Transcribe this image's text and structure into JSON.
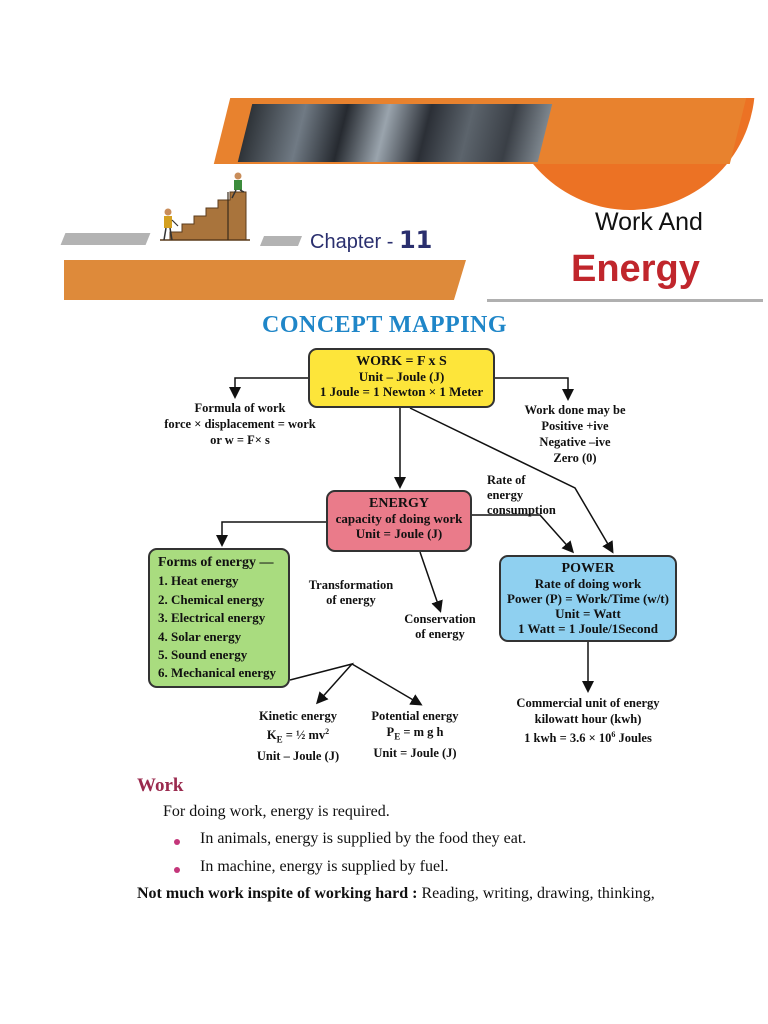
{
  "header": {
    "chapter_label": "Chapter - ",
    "chapter_number": "11",
    "title_line1": "Work And",
    "title_line2": "Energy"
  },
  "concept_map": {
    "heading": "CONCEPT MAPPING",
    "work_box": {
      "title": "WORK = F x S",
      "line2": "Unit – Joule (J)",
      "line3": "1 Joule = 1 Newton × 1 Meter"
    },
    "formula_note": {
      "line1": "Formula of work",
      "line2": "force × displacement = work",
      "line3": "or w = F× s"
    },
    "work_done_note": {
      "line1": "Work done may be",
      "line2": "Positive +ive",
      "line3": "Negative –ive",
      "line4": "Zero (0)"
    },
    "rate_note": {
      "line1": "Rate of",
      "line2": "energy",
      "line3": "consumption"
    },
    "energy_box": {
      "title": "ENERGY",
      "line2": "capacity of doing work",
      "line3": "Unit = Joule (J)"
    },
    "forms_box": {
      "title": "Forms of energy —",
      "items": [
        "1. Heat energy",
        "2. Chemical energy",
        "3. Electrical energy",
        "4. Solar energy",
        "5. Sound energy",
        "6. Mechanical energy"
      ]
    },
    "transformation_note": {
      "line1": "Transformation",
      "line2": "of energy"
    },
    "conservation_note": {
      "line1": "Conservation",
      "line2": "of energy"
    },
    "power_box": {
      "title": "POWER",
      "line2": "Rate of doing work",
      "line3": "Power (P) = Work/Time (w/t)",
      "line4": "Unit = Watt",
      "line5": "1 Watt = 1 Joule/1Second"
    },
    "kinetic_note": {
      "line1": "Kinetic energy",
      "formula_lhs": "K",
      "formula_sub": "E",
      "formula_rhs": " = ½ mv",
      "formula_sup": "2",
      "unit": "Unit – Joule (J)"
    },
    "potential_note": {
      "line1": "Potential energy",
      "formula_lhs": "P",
      "formula_sub": "E",
      "formula_rhs": " = m g h",
      "unit": "Unit = Joule (J)"
    },
    "commercial_note": {
      "line1": "Commercial unit of energy",
      "line2": "kilowatt hour (kwh)",
      "formula_lhs": "1 kwh = 3.6 × 10",
      "formula_sup": "6",
      "formula_rhs": " Joules"
    }
  },
  "body": {
    "section_heading": "Work",
    "para_1": "For doing work, energy is required.",
    "bullets": [
      "In animals, energy is supplied by the food they eat.",
      "In machine, energy is supplied by fuel."
    ],
    "last_bold": "Not much work inspite of working hard :",
    "last_rest": " Reading, writing, drawing, thinking,"
  },
  "colors": {
    "work_box": "#fde53a",
    "energy_box": "#ea7b8a",
    "power_box": "#8fd0f0",
    "forms_box": "#a9dc7f",
    "heading_blue": "#1f86c8",
    "title_red": "#c0262c",
    "banner_orange": "#e8822e"
  }
}
